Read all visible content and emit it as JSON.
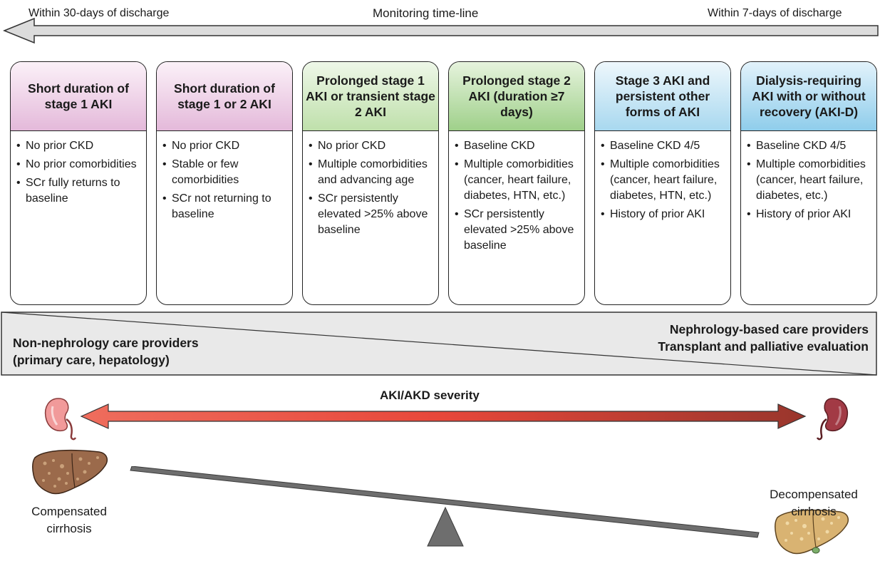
{
  "timeline": {
    "left_label": "Within 30-days of discharge",
    "center_label": "Monitoring time-line",
    "right_label": "Within 7-days of discharge"
  },
  "cards": [
    {
      "title": "Short duration of stage 1 AKI",
      "color": "#e4b9da",
      "bullets": [
        "No prior CKD",
        "No prior comorbidities",
        "SCr fully returns to baseline"
      ]
    },
    {
      "title": "Short duration of stage 1 or 2 AKI",
      "color": "#e4b9da",
      "bullets": [
        "No prior CKD",
        "Stable or few comorbidities",
        "SCr not returning to baseline"
      ]
    },
    {
      "title": "Prolonged stage 1 AKI or transient stage 2 AKI",
      "color": "#bfe0ab",
      "bullets": [
        "No prior CKD",
        "Multiple comorbidities and advancing age",
        "SCr persistently elevated >25% above baseline"
      ]
    },
    {
      "title": "Prolonged stage 2 AKI (duration ≥7 days)",
      "color": "#9fd08a",
      "bullets": [
        "Baseline CKD",
        "Multiple comorbidities (cancer, heart failure, diabetes, HTN, etc.)",
        "SCr persistently elevated >25% above baseline"
      ]
    },
    {
      "title": "Stage 3 AKI and persistent other forms of AKI",
      "color": "#bfe3f3",
      "bullets": [
        "Baseline CKD 4/5",
        "Multiple comorbidities (cancer, heart failure, diabetes, HTN, etc.)",
        "History of prior AKI"
      ]
    },
    {
      "title": "Dialysis-requiring AKI with or without recovery (AKI-D)",
      "color": "#8fcdeb",
      "bullets": [
        "Baseline CKD 4/5",
        "Multiple comorbidities (cancer, heart failure, diabetes, etc.)",
        "History of prior AKI"
      ]
    }
  ],
  "providers": {
    "left_line1": "Non-nephrology care providers",
    "left_line2": "(primary care, hepatology)",
    "right_line1": "Nephrology-based care providers",
    "right_line2": "Transplant and palliative evaluation"
  },
  "severity": {
    "label": "AKI/AKD severity"
  },
  "cirrhosis": {
    "left_line1": "Compensated",
    "left_line2": "cirrhosis",
    "right_line1": "Decompensated",
    "right_line2": "cirrhosis"
  },
  "icons": [
    "left-arrow-icon",
    "kidney-healthy-icon",
    "kidney-diseased-icon",
    "liver-compensated-icon",
    "liver-decompensated-icon",
    "balance-scale-icon"
  ]
}
